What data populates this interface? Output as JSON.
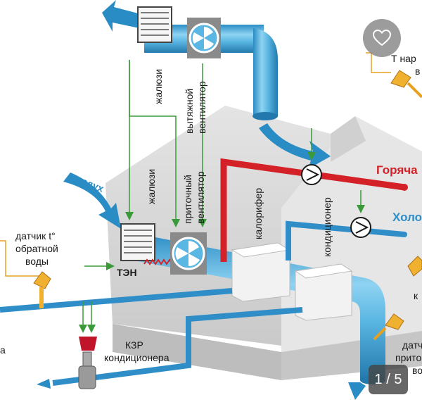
{
  "labels": {
    "blinds_top": "жалюзи",
    "exhaust_fan_1": "вытяжной",
    "exhaust_fan_2": "вентилятор",
    "air": "воздух",
    "blinds_bottom": "жалюзи",
    "supply_fan_1": "приточный",
    "supply_fan_2": "вентилятор",
    "heater": "калорифер",
    "conditioner": "кондиционер",
    "hot": "Горяча",
    "cold": "Холо",
    "return_sensor_1": "датчик t°",
    "return_sensor_2": "обратной",
    "return_sensor_3": "воды",
    "ten": "ТЭН",
    "kzr_1": "КЗР",
    "kzr_2": "кондиционера",
    "top_right_1": "Т нар",
    "top_right_2": "в",
    "left_edge": "а",
    "bottom_right_1": "датч",
    "bottom_right_2": "прито",
    "bottom_right_3": "возд",
    "right_edge": "к"
  },
  "gallery": {
    "counter": "1 / 5",
    "favorite_icon": "heart-icon"
  },
  "colors": {
    "duct": "#5ab6e2",
    "duct_dark": "#2a8cc4",
    "hot_pipe": "#d42127",
    "cold_pipe": "#2f8dc8",
    "wire": "#3a9a3a",
    "sensor": "#e8a020",
    "house": "#d9d9d9"
  }
}
